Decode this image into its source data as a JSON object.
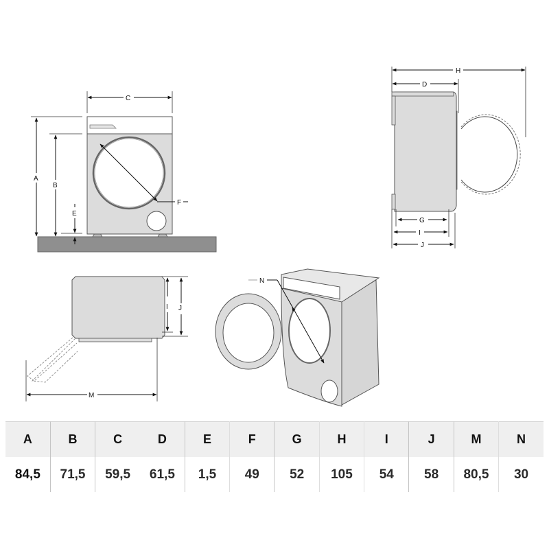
{
  "diagram": {
    "front_view": {
      "labels": {
        "A": "A",
        "B": "B",
        "C": "C",
        "E": "E",
        "F": "F"
      }
    },
    "side_view": {
      "labels": {
        "H": "H",
        "D": "D",
        "G": "G",
        "I": "I",
        "J": "J"
      }
    },
    "top_view": {
      "labels": {
        "I": "I",
        "J": "J",
        "M": "M"
      }
    },
    "perspective_view": {
      "labels": {
        "N": "N"
      }
    },
    "colors": {
      "body_fill": "#dcdcdc",
      "floor_fill": "#8f8f8f",
      "line": "#333333"
    }
  },
  "dimensions_table": {
    "headers": [
      "A",
      "B",
      "C",
      "D",
      "E",
      "F",
      "G",
      "H",
      "I",
      "J",
      "M",
      "N"
    ],
    "values": [
      "84,5",
      "71,5",
      "59,5",
      "61,5",
      "1,5",
      "49",
      "52",
      "105",
      "54",
      "58",
      "80,5",
      "30"
    ]
  }
}
